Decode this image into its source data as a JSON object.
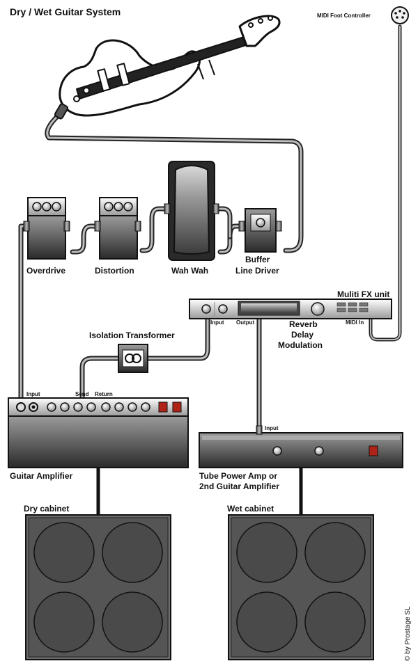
{
  "title": "Dry / Wet Guitar System",
  "pedals": [
    {
      "label": "Overdrive"
    },
    {
      "label": "Distortion"
    },
    {
      "label": "Wah Wah"
    },
    {
      "label_line1": "Buffer",
      "label_line2": "Line Driver"
    }
  ],
  "fx_effects": [
    "Reverb",
    "Delay",
    "Modulation"
  ],
  "labels": {
    "midi_foot_controller": "MIDI Foot Controller",
    "fx_unit": "Muliti FX unit",
    "fx_input": "Input",
    "fx_output": "Output",
    "fx_midi_in": "MIDI In",
    "isolation_transformer": "Isolation Transformer",
    "amp_input": "Input",
    "amp_send": "Send",
    "amp_return": "Return",
    "guitar_amplifier": "Guitar Amplifier",
    "power_amp_input": "Input",
    "power_amp_line1": "Tube Power Amp or",
    "power_amp_line2": "2nd Guitar Amplifier",
    "dry_cabinet": "Dry cabinet",
    "wet_cabinet": "Wet cabinet",
    "copyright": "© by Prostage SL"
  },
  "colors": {
    "indicator_red": "#b02418",
    "cable_core": "#bdbdbd",
    "cable_jacket": "#222222"
  }
}
